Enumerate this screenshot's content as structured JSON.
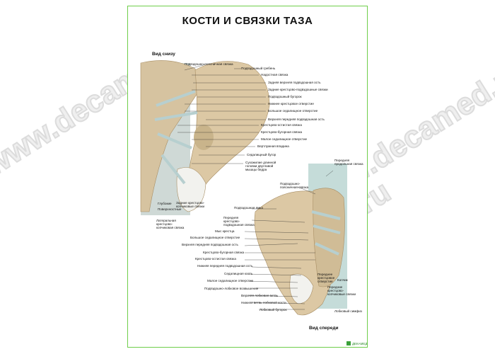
{
  "title": "КОСТИ И СВЯЗКИ ТАЗА",
  "view_bottom": "Вид снизу",
  "view_front": "Вид спереди",
  "labels_bottom": [
    "Подвздошно-поясничная связка",
    "Подвздошный гребень",
    "Надостная связка",
    "Задняя верхняя подвздошная ость",
    "Задние крестцово-подвздошные связки",
    "Подвздошный бугорок",
    "Нижнее крестцовое отверстие",
    "Большое седалищное отверстие",
    "Верхняя передняя подвздошная ость",
    "Крестцово-остистая связка",
    "Крестцово-бугорная связка",
    "Малое седалищное отверстие",
    "Вертлужная впадина",
    "Седалищный бугор",
    "Сухожилие длинной головки двуглавой мышцы бедра"
  ],
  "labels_bottom_left": [
    "Глубокие",
    "Поверхностные",
    "Задние крестцово-копчиковые связки",
    "Латеральная крестцово-копчиковая связка"
  ],
  "labels_front": [
    "Передняя продольная связка",
    "Подвздошно-поясничная связка",
    "Подвздошная ямка",
    "Передняя крестцово-подвздошная связка",
    "Мыс крестца",
    "Большое седалищное отверстие",
    "Верхняя передняя подвздошная ость",
    "Крестцово-бугорная связка",
    "Крестцово-остистая связка",
    "Нижняя передняя подвздошная ость",
    "Седалищная кость",
    "Малое седалищное отверстие",
    "Подвздошно-лобковое возвышение",
    "Верхняя лобковая ветвь",
    "Нижняя ветвь лобковой кости",
    "Лобковый бугорок",
    "Лобковый симфиз",
    "Переднее крестцовое отверстие",
    "Копчик",
    "Передние крестцово-копчиковые связки"
  ],
  "watermark_text": "www.decamed.ru",
  "logo_text": "ДЕКАМЕД",
  "colors": {
    "border": "#6fce4a",
    "bone": "#d9c4a0",
    "bone_shadow": "#b89c6e",
    "ligament": "#c7dede",
    "watermark": "#e6e6e6"
  }
}
